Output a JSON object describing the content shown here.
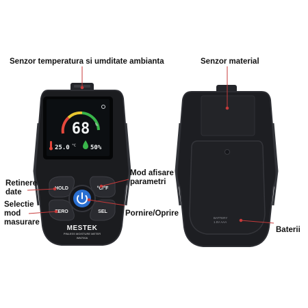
{
  "labels": {
    "ambient_sensor": "Senzor temperatura si umditate ambianta",
    "material_sensor": "Senzor material",
    "hold_data": [
      "Retinere",
      "date"
    ],
    "measure_mode": [
      "Selectie",
      "mod",
      "masurare"
    ],
    "display_mode": [
      "Mod afisare",
      "parametri"
    ],
    "power": "Pornire/Oprire",
    "batteries": "Baterii"
  },
  "device": {
    "brand": "MESTEK",
    "model_line": "PINLESS MOISTURE METER",
    "model": "WM700A",
    "reading": "68",
    "unit_tag": "%",
    "temperature": "25.0",
    "temperature_unit": "°C",
    "humidity": "50%",
    "buttons": {
      "hold": "HOLD",
      "unit": "°C/°F",
      "zero": "ZERO",
      "sel": "SEL"
    },
    "battery_text": [
      "BATTERY",
      "1.5V AAA"
    ]
  },
  "colors": {
    "body": "#1b1c1f",
    "screen_bg": "#0c0f12",
    "power_button": "#2a6fd1",
    "gauge_red": "#e5483c",
    "gauge_yellow": "#e8c630",
    "gauge_green": "#39b54a"
  }
}
